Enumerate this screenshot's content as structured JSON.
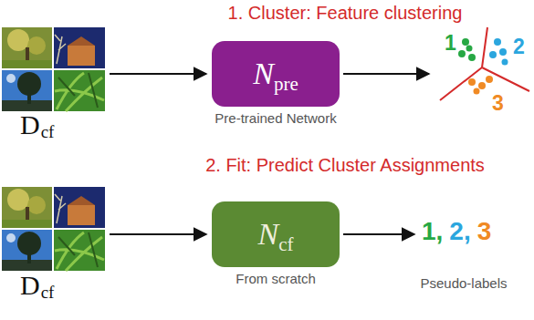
{
  "diagram": {
    "nodes": [
      {
        "text": [
          "N",
          "pre",
          "Pre-trained Network"
        ]
      },
      {
        "text": [
          "N",
          "cf",
          "From scratch"
        ]
      }
    ],
    "labels": [
      "1. Cluster: Feature clustering",
      "D",
      "cf",
      "1",
      "2",
      "3",
      "2. Fit: Predict Cluster Assignments",
      "D",
      "cf",
      "1,",
      "2,",
      "3",
      "Pseudo-labels"
    ]
  }
}
